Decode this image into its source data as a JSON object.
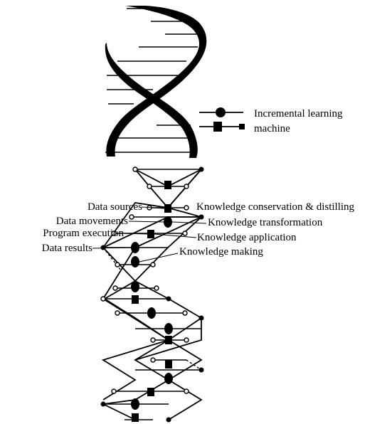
{
  "legend": {
    "title": "Incremental learning machine",
    "items": [
      {
        "icon": "circle-node-icon"
      },
      {
        "icon": "square-node-icon"
      }
    ]
  },
  "labels_left": [
    "Data sources",
    "Data movements",
    "Program execution",
    "Data results"
  ],
  "labels_right": [
    "Knowledge conservation & distilling",
    "Knowledge transformation",
    "Knowledge application",
    "Knowledge making"
  ],
  "colors": {
    "ink": "#000000",
    "background": "#ffffff"
  }
}
